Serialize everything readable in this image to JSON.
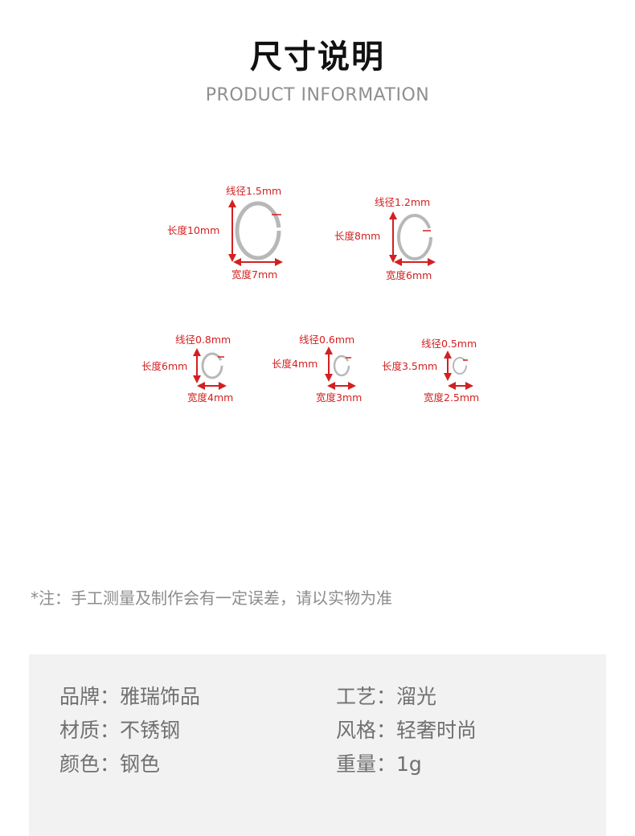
{
  "header": {
    "title": "尺寸说明",
    "subtitle": "PRODUCT INFORMATION"
  },
  "rings": [
    {
      "wire": "线径1.5mm",
      "length": "长度10mm",
      "width": "宽度7mm"
    },
    {
      "wire": "线径1.2mm",
      "length": "长度8mm",
      "width": "宽度6mm"
    },
    {
      "wire": "线径0.8mm",
      "length": "长度6mm",
      "width": "宽度4mm"
    },
    {
      "wire": "线径0.6mm",
      "length": "长度4mm",
      "width": "宽度3mm"
    },
    {
      "wire": "线径0.5mm",
      "length": "长度3.5mm",
      "width": "宽度2.5mm"
    }
  ],
  "note": "*注：手工测量及制作会有一定误差，请以实物为准",
  "specs": {
    "left": [
      "品牌：雅瑞饰品",
      "材质：不锈钢",
      "颜色：钢色"
    ],
    "right": [
      "工艺：溜光",
      "风格：轻奢时尚",
      "重量：1g"
    ]
  },
  "colors": {
    "dimension": "#d32020",
    "ring": "#b8b8b8",
    "spec_background": "#f2f2f2"
  }
}
